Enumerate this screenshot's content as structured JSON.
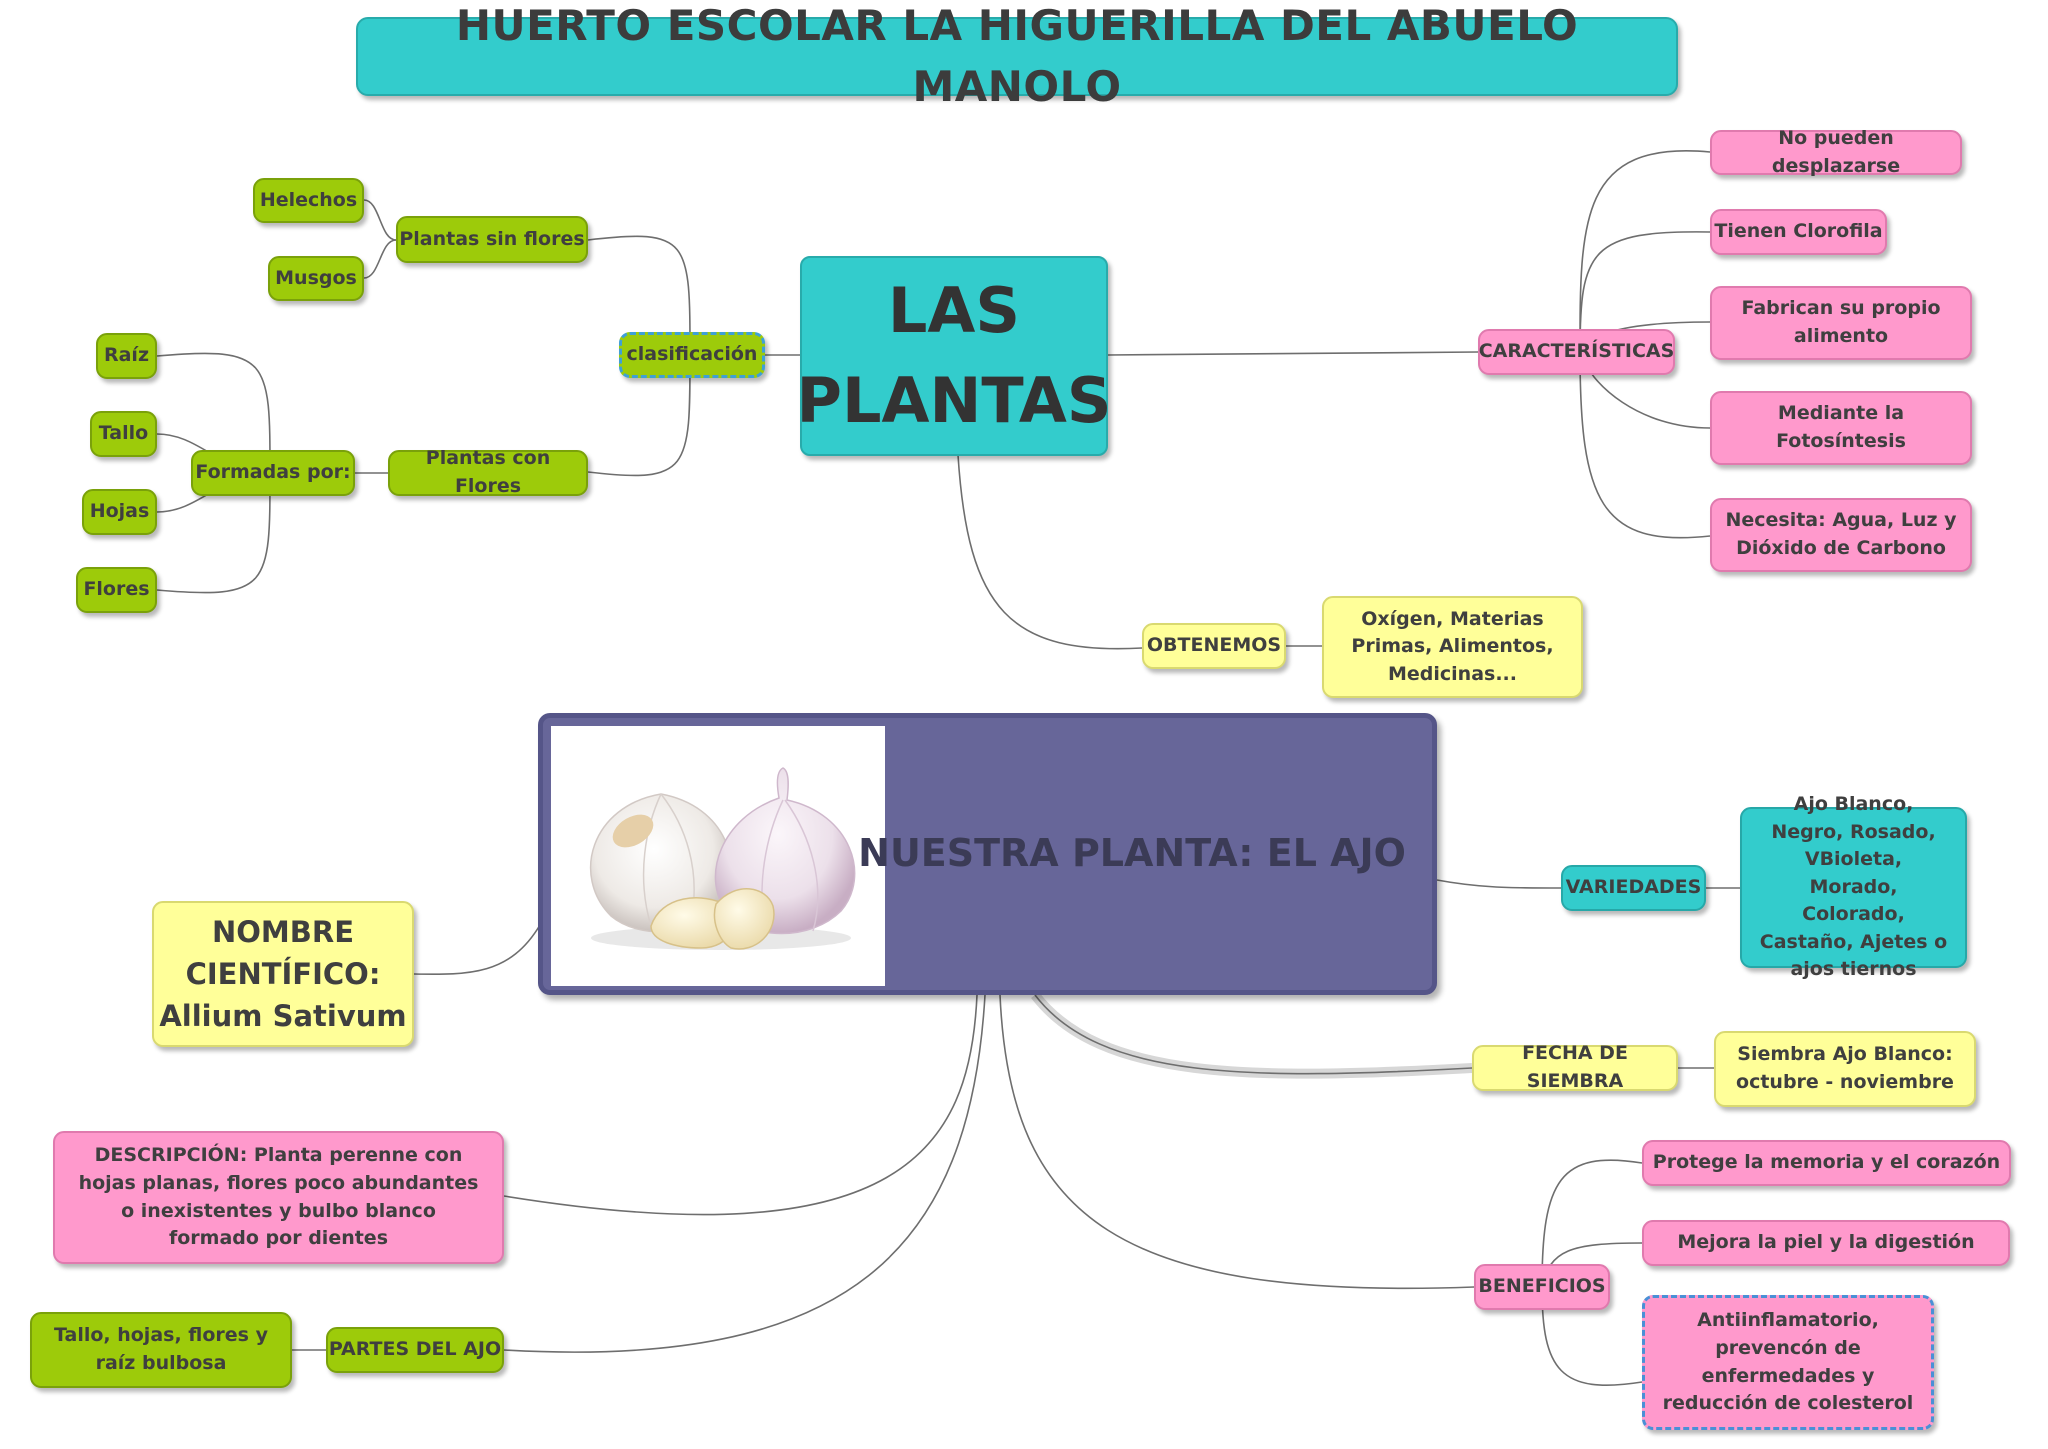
{
  "title": "HUERTO ESCOLAR LA HIGUERILLA DEL ABUELO MANOLO",
  "las_plantas": {
    "central": [
      "LAS",
      "PLANTAS"
    ],
    "clasificacion": "clasificación",
    "sin_flores": "Plantas sin flores",
    "helechos": "Helechos",
    "musgos": "Musgos",
    "con_flores": "Plantas con Flores",
    "formadas": "Formadas por:",
    "raiz": "Raíz",
    "tallo": "Tallo",
    "hojas": "Hojas",
    "flores": "Flores",
    "caracteristicas": "CARACTERÍSTICAS",
    "car_items": [
      "No pueden desplazarse",
      "Tienen Clorofila",
      "Fabrican su propio alimento",
      "Mediante la Fotosíntesis",
      "Necesita: Agua, Luz y Dióxido de Carbono"
    ],
    "obtenemos": "OBTENEMOS",
    "obtenemos_detail": "Oxígen, Materias Primas, Alimentos, Medicinas..."
  },
  "ajo": {
    "central": "NUESTRA PLANTA: EL AJO",
    "nombre": [
      "NOMBRE",
      "CIENTÍFICO:",
      "Allium Sativum"
    ],
    "variedades": "VARIEDADES",
    "variedades_detail": "Ajo Blanco,  Negro, Rosado, VBioleta, Morado, Colorado, Castaño, Ajetes o ajos tiernos",
    "fecha": "FECHA DE SIEMBRA",
    "fecha_detail": "Siembra Ajo Blanco: octubre - noviembre",
    "descripcion": "DESCRIPCIÓN: Planta perenne con hojas planas, flores poco abundantes o inexistentes y bulbo blanco formado por dientes",
    "partes": "PARTES DEL AJO",
    "partes_detail": "Tallo, hojas, flores y raíz bulbosa",
    "beneficios": "BENEFICIOS",
    "beneficios_items": [
      "Protege la memoria y el corazón",
      "Mejora la piel y la digestión",
      "Antiinflamatorio, prevencón de enfermedades y reducción de colesterol"
    ]
  },
  "colors": {
    "teal": "#33cccc",
    "green": "#9dcb0a",
    "pink": "#ff99cc",
    "yellow": "#ffff99",
    "purple": "#676699",
    "connector": "#6e6e6e"
  },
  "icons": [
    "garlic-image"
  ]
}
